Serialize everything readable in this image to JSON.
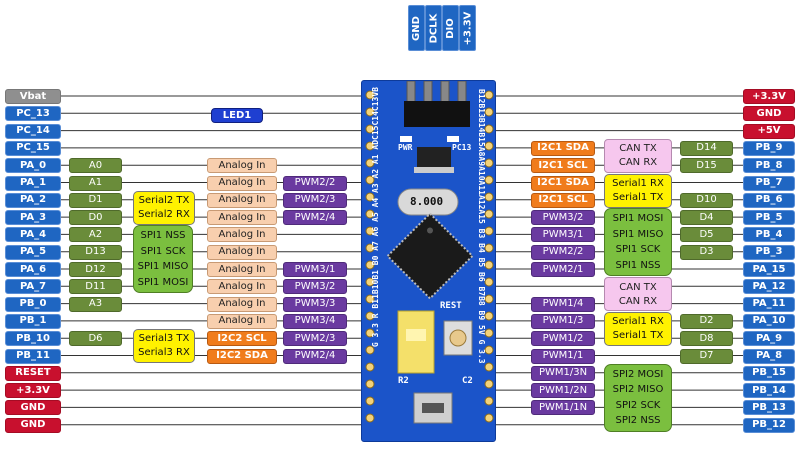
{
  "top_pins": [
    "GND",
    "DCLK",
    "DIO",
    "+3.3V"
  ],
  "left_pins": [
    "Vbat",
    "PC_13",
    "PC_14",
    "PC_15",
    "PA_0",
    "PA_1",
    "PA_2",
    "PA_3",
    "PA_4",
    "PA_5",
    "PA_6",
    "PA_7",
    "PB_0",
    "PB_1",
    "PB_10",
    "PB_11",
    "RESET",
    "+3.3V",
    "GND",
    "GND"
  ],
  "right_pins": [
    "+3.3V",
    "GND",
    "+5V",
    "PB_9",
    "PB_8",
    "PB_7",
    "PB_6",
    "PB_5",
    "PB_4",
    "PB_3",
    "PA_15",
    "PA_12",
    "PA_11",
    "PA_10",
    "PA_9",
    "PA_8",
    "PB_15",
    "PB_14",
    "PB_13",
    "PB_12"
  ],
  "led": "LED1",
  "left_arduino": [
    "A0",
    "A1",
    "D1",
    "D0",
    "A2",
    "D13",
    "D12",
    "D11",
    "A3",
    "D6"
  ],
  "analog_in": [
    "Analog In",
    "Analog In",
    "Analog In",
    "Analog In",
    "Analog In",
    "Analog In",
    "Analog In",
    "Analog In",
    "Analog In",
    "Analog In"
  ],
  "left_pwm": [
    "PWM2/2",
    "PWM2/3",
    "PWM2/4",
    "PWM3/1",
    "PWM3/2",
    "PWM3/3",
    "PWM3/4",
    "PWM2/3",
    "PWM2/4"
  ],
  "serial2": [
    "Serial2 TX",
    "Serial2 RX"
  ],
  "spi1_left": [
    "SPI1 NSS",
    "SPI1 SCK",
    "SPI1 MISO",
    "SPI1 MOSI"
  ],
  "serial3": [
    "Serial3 TX",
    "Serial3 RX"
  ],
  "i2c2": [
    {
      "bus": "I2C2",
      "sig": "SCL"
    },
    {
      "bus": "I2C2",
      "sig": "SDA"
    }
  ],
  "i2c1_a": [
    {
      "bus": "I2C1",
      "sig": "SDA"
    },
    {
      "bus": "I2C1",
      "sig": "SCL"
    }
  ],
  "i2c1_b": [
    {
      "bus": "I2C1",
      "sig": "SDA"
    },
    {
      "bus": "I2C1",
      "sig": "SCL"
    }
  ],
  "can_a": [
    "CAN TX",
    "CAN RX"
  ],
  "can_b": [
    "CAN TX",
    "CAN RX"
  ],
  "serial1_a": [
    "Serial1 RX",
    "Serial1 TX"
  ],
  "serial1_b": [
    "Serial1 RX",
    "Serial1 TX"
  ],
  "spi1_right": [
    "SPI1 MOSI",
    "SPI1 MISO",
    "SPI1 SCK",
    "SPI1 NSS"
  ],
  "spi2": [
    "SPI2 MOSI",
    "SPI2 MISO",
    "SPI2 SCK",
    "SPI2 NSS"
  ],
  "right_pwm": [
    "PWM3/2",
    "PWM3/1",
    "PWM2/2",
    "PWM2/1",
    "PWM1/4",
    "PWM1/3",
    "PWM1/2",
    "PWM1/1",
    "PWM1/3N",
    "PWM1/2N",
    "PWM1/1N"
  ],
  "right_arduino": [
    "D14",
    "D15",
    "D10",
    "D4",
    "D5",
    "D3",
    "D2",
    "D8",
    "D7"
  ],
  "board": {
    "left_edge": "G 3.3 R B11B10B1 B0 A7 A6 A5 A4 A3 A2 A1 ADC15C14C13VB",
    "right_edge": "B12B13B14B15A8A9A10A11A12A15 B3 B4 B5 B6 B7B8 B9 5V G 3.3",
    "pwr": "PWR",
    "pc13": "PC13",
    "crystal": "8.000",
    "rest": "REST",
    "r2": "R2",
    "c2": "C2"
  }
}
